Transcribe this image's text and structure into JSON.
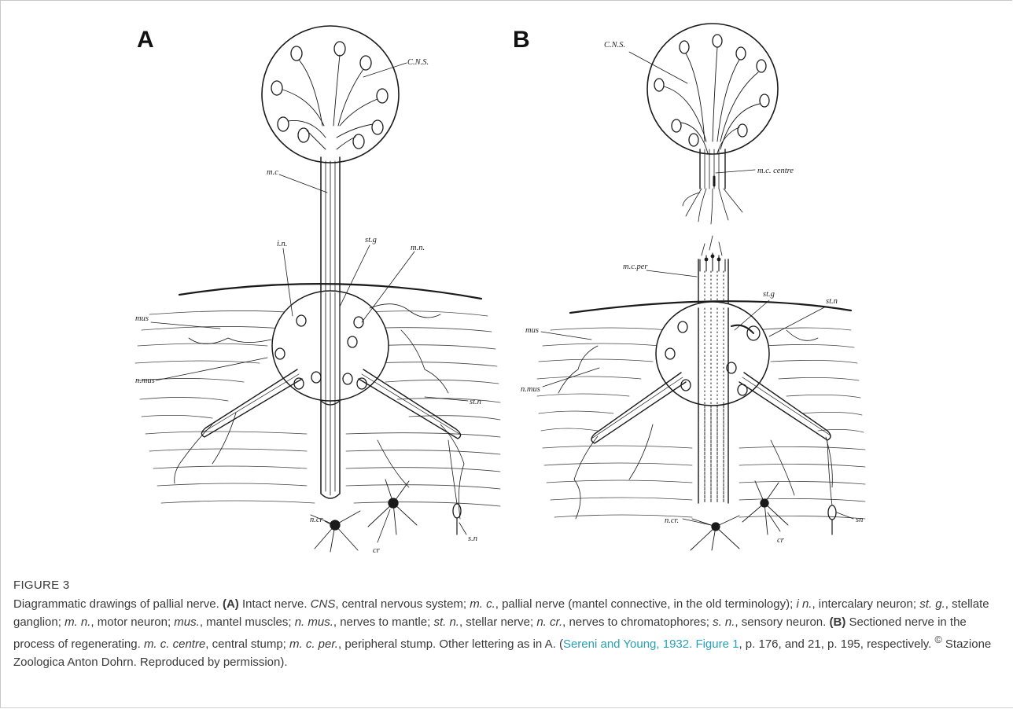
{
  "panels": {
    "a": {
      "letter": "A",
      "labels": {
        "cns": "C.N.S.",
        "mc": "m.c",
        "in": "i.n.",
        "stg": "st.g",
        "mn": "m.n.",
        "mus": "mus",
        "nmus": "n.mus",
        "stn": "st.n",
        "ncr": "n.cr",
        "cr": "cr",
        "sn": "s.n"
      }
    },
    "b": {
      "letter": "B",
      "labels": {
        "cns": "C.N.S.",
        "mccentre": "m.c. centre",
        "mcper": "m.c.per",
        "stg": "st.g",
        "stn": "st.n",
        "mus": "mus",
        "nmus": "n.mus",
        "ncr": "n.cr.",
        "cr": "cr",
        "sn": "sn"
      }
    }
  },
  "caption": {
    "title": "FIGURE 3",
    "s01": "Diagrammatic drawings of pallial nerve. ",
    "s02": "(A)",
    "s03": " Intact nerve. ",
    "s04": "CNS",
    "s05": ", central nervous system; ",
    "s06": "m. c.",
    "s07": ", pallial nerve (mantel connective, in the old terminology); ",
    "s08": "i n.",
    "s09": ", intercalary neuron; ",
    "s10": "st. g.",
    "s11": ", stellate ganglion; ",
    "s12": "m. n.",
    "s13": ", motor neuron; ",
    "s14": "mus.",
    "s15": ", mantel muscles; ",
    "s16": "n. mus.",
    "s17": ", nerves to mantle; ",
    "s18": "st. n.",
    "s19": ", stellar nerve; ",
    "s20": "n. cr.",
    "s21": ", nerves to chromatophores; ",
    "s22": "s. n.",
    "s23": ", sensory neuron. ",
    "s24": "(B)",
    "s25": " Sectioned nerve in the process of regenerating. ",
    "s26": "m. c. centre",
    "s27": ", central stump; ",
    "s28": "m. c. per.",
    "s29": ", peripheral stump. Other lettering as in A. (",
    "s30": "Sereni and Young, 1932. Figure 1",
    "s31": ", p. 176, and 21, p. 195, respectively. ",
    "s32": "©",
    "s33": " Stazione Zoologica Anton Dohrn. Reproduced by permission)."
  }
}
